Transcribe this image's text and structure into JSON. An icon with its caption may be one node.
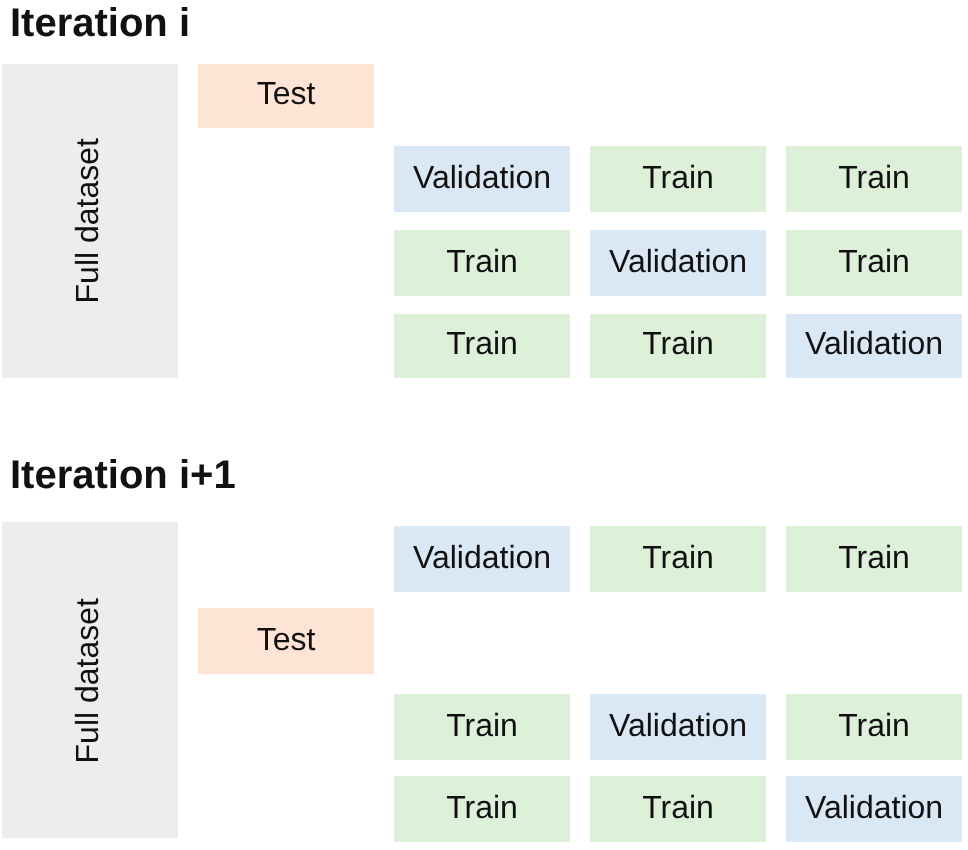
{
  "diagram": {
    "nodes": [
      {
        "text": [
          "Full dataset"
        ]
      },
      {
        "text": [
          "Test"
        ]
      },
      {
        "text": [
          "Validation"
        ]
      },
      {
        "text": [
          "Train"
        ]
      },
      {
        "text": [
          "Train"
        ]
      },
      {
        "text": [
          "Train"
        ]
      },
      {
        "text": [
          "Validation"
        ]
      },
      {
        "text": [
          "Train"
        ]
      },
      {
        "text": [
          "Train"
        ]
      },
      {
        "text": [
          "Train"
        ]
      },
      {
        "text": [
          "Validation"
        ]
      },
      {
        "text": [
          "Full dataset"
        ]
      },
      {
        "text": [
          "Validation"
        ]
      },
      {
        "text": [
          "Train"
        ]
      },
      {
        "text": [
          "Train"
        ]
      },
      {
        "text": [
          "Test"
        ]
      },
      {
        "text": [
          "Train"
        ]
      },
      {
        "text": [
          "Validation"
        ]
      },
      {
        "text": [
          "Train"
        ]
      },
      {
        "text": [
          "Train"
        ]
      },
      {
        "text": [
          "Train"
        ]
      },
      {
        "text": [
          "Validation"
        ]
      }
    ],
    "labels": [
      "Iteration i",
      "Iteration i+1"
    ]
  }
}
